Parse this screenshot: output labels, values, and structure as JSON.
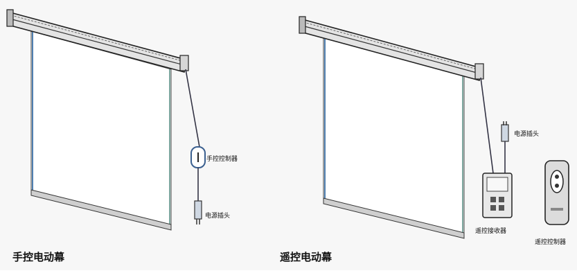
{
  "left_diagram": {
    "caption": "手控电动幕",
    "switch_label": "手控控制器",
    "plug_label": "电源插头"
  },
  "right_diagram": {
    "caption": "遥控电动幕",
    "plug_label": "电源插头",
    "receiver_label": "遥控接收器",
    "remote_label": "遥控控制器"
  },
  "colors": {
    "frame": "#222222",
    "screen_edge_left": "#4f7fb0",
    "screen_edge_right": "#7fa8a0",
    "background": "#f7f7f7"
  }
}
